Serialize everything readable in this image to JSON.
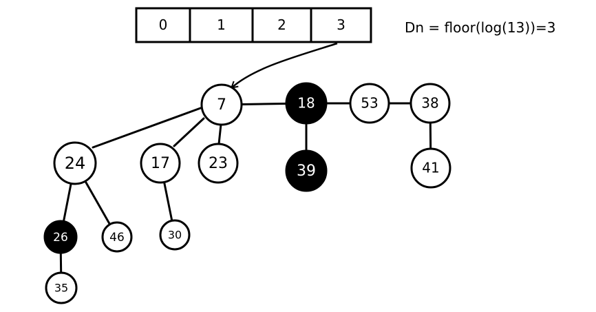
{
  "array": {
    "cells": [
      "0",
      "1",
      "2",
      "3"
    ]
  },
  "formula": "Dn = floor(log(13))=3",
  "nodes": [
    {
      "id": "n7",
      "label": "7",
      "color": "white"
    },
    {
      "id": "n18",
      "label": "18",
      "color": "black"
    },
    {
      "id": "n53",
      "label": "53",
      "color": "white"
    },
    {
      "id": "n38",
      "label": "38",
      "color": "white"
    },
    {
      "id": "n24",
      "label": "24",
      "color": "white"
    },
    {
      "id": "n17",
      "label": "17",
      "color": "white"
    },
    {
      "id": "n23",
      "label": "23",
      "color": "white"
    },
    {
      "id": "n39",
      "label": "39",
      "color": "black"
    },
    {
      "id": "n41",
      "label": "41",
      "color": "white"
    },
    {
      "id": "n26",
      "label": "26",
      "color": "black"
    },
    {
      "id": "n46",
      "label": "46",
      "color": "white"
    },
    {
      "id": "n30",
      "label": "30",
      "color": "white"
    },
    {
      "id": "n35",
      "label": "35",
      "color": "white"
    }
  ],
  "edges": [
    [
      "n7",
      "n18"
    ],
    [
      "n18",
      "n53"
    ],
    [
      "n53",
      "n38"
    ],
    [
      "n7",
      "n24"
    ],
    [
      "n7",
      "n17"
    ],
    [
      "n7",
      "n23"
    ],
    [
      "n18",
      "n39"
    ],
    [
      "n38",
      "n41"
    ],
    [
      "n24",
      "n26"
    ],
    [
      "n24",
      "n46"
    ],
    [
      "n17",
      "n30"
    ],
    [
      "n26",
      "n35"
    ]
  ],
  "pointer": {
    "from_cell": "3",
    "to": "n7"
  },
  "colors": {
    "white_fill": "#ffffff",
    "black_fill": "#000000",
    "stroke": "#000000"
  }
}
